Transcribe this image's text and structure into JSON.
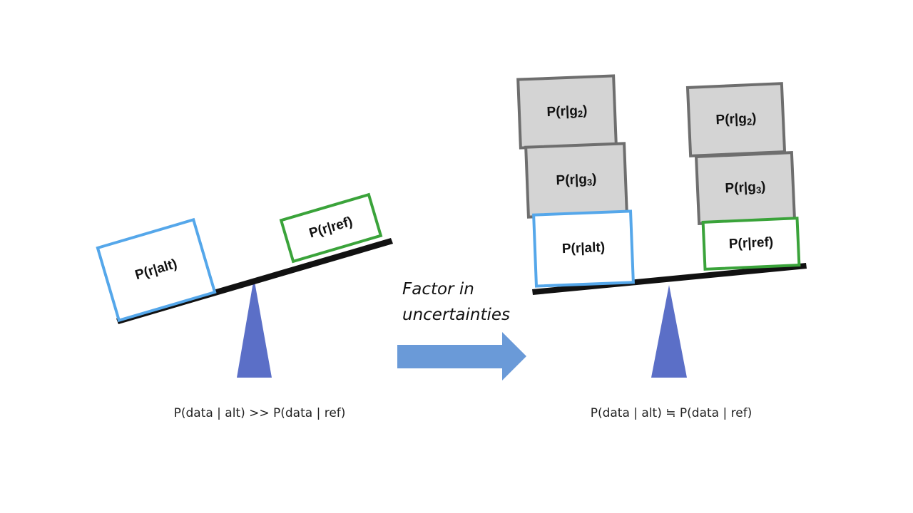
{
  "left_scale": {
    "heavy_box": {
      "label": "P(r|alt)",
      "color": "#55a7ea"
    },
    "light_box": {
      "label": "P(r|ref)",
      "color": "#3aa33a"
    },
    "caption": "P(data | alt) >> P(data | ref)"
  },
  "transition": {
    "line1": "Factor in",
    "line2": "uncertainties",
    "arrow_color": "#6a9ad8"
  },
  "right_scale": {
    "left_stack": [
      {
        "label_main": "P(r|g",
        "label_sub": "2",
        "label_end": ")"
      },
      {
        "label_main": "P(r|g",
        "label_sub": "3",
        "label_end": ")"
      },
      {
        "label": "P(r|alt)",
        "color": "#55a7ea"
      }
    ],
    "right_stack": [
      {
        "label_main": "P(r|g",
        "label_sub": "2",
        "label_end": ")"
      },
      {
        "label_main": "P(r|g",
        "label_sub": "3",
        "label_end": ")"
      },
      {
        "label": "P(r|ref)",
        "color": "#3aa33a"
      }
    ],
    "caption": "P(data | alt) ≒ P(data | ref)"
  },
  "colors": {
    "fulcrum": "#5b6fc7",
    "beam": "#111111",
    "uncertainty_box_fill": "#d4d4d4",
    "uncertainty_box_border": "#6e6e6e"
  }
}
